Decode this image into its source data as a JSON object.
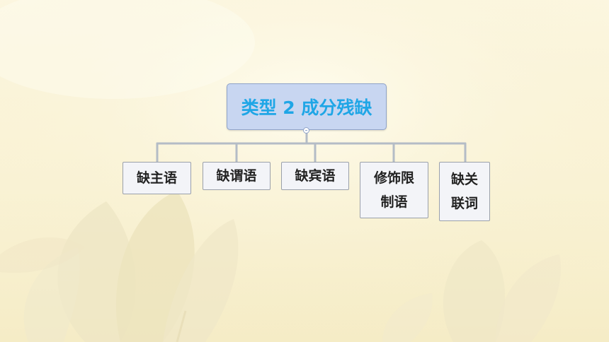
{
  "root": {
    "label": "类型 2 成分残缺"
  },
  "children": [
    {
      "label": "缺主语"
    },
    {
      "label": "缺谓语"
    },
    {
      "label": "缺宾语"
    },
    {
      "label": "修饰限\n制语"
    },
    {
      "label": "缺关\n联词"
    }
  ],
  "colors": {
    "root_fill": "#c8d6f1",
    "root_text": "#1fa6e6",
    "connector": "#b4bcc6",
    "child_fill": "#f3f4f8"
  }
}
